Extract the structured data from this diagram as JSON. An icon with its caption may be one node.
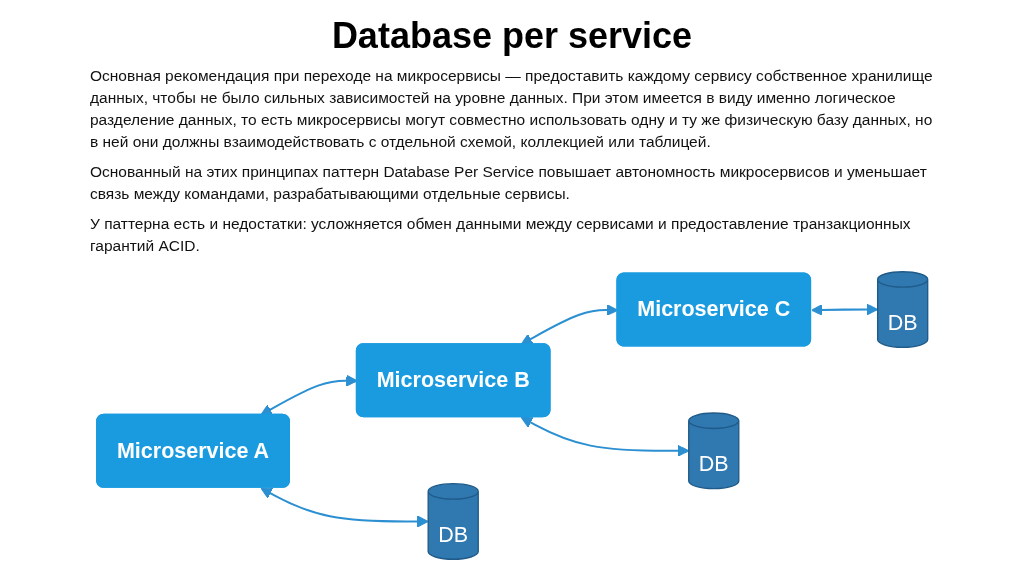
{
  "diagram": {
    "title": "Database per service",
    "nodes": [
      {
        "text": [
          "Microservice A"
        ]
      },
      {
        "text": [
          "Microservice B"
        ]
      },
      {
        "text": [
          "Microservice C"
        ]
      },
      {
        "text": [
          "DB"
        ]
      },
      {
        "text": [
          "DB"
        ]
      },
      {
        "text": [
          "DB"
        ]
      }
    ],
    "edges": [
      {
        "from": 0,
        "to": 1,
        "arrow": "both"
      },
      {
        "from": 1,
        "to": 2,
        "arrow": "both"
      },
      {
        "from": 0,
        "to": 3,
        "arrow": "both"
      },
      {
        "from": 1,
        "to": 4,
        "arrow": "both"
      },
      {
        "from": 2,
        "to": 5,
        "arrow": "both"
      }
    ],
    "labels": [
      "Основная рекомендация при переходе на микросервисы — предоставить каждому сервису собственное хранилище данных, чтобы не было сильных зависимостей на уровне данных. При этом имеется в виду именно логическое разделение данных, то есть микросервисы могут совместно использовать одну и ту же физическую базу данных, но в ней они должны взаимодействовать с отдельной схемой, коллекцией или таблицей.",
      "Основанный на этих принципах паттерн Database Per Service повышает автономность микросервисов и уменьшает связь между командами, разрабатывающими отдельные сервисы.",
      "У паттерна есть и недостатки: усложняется обмен данными между сервисами и предоставление транзакционных гарантий ACID."
    ]
  }
}
